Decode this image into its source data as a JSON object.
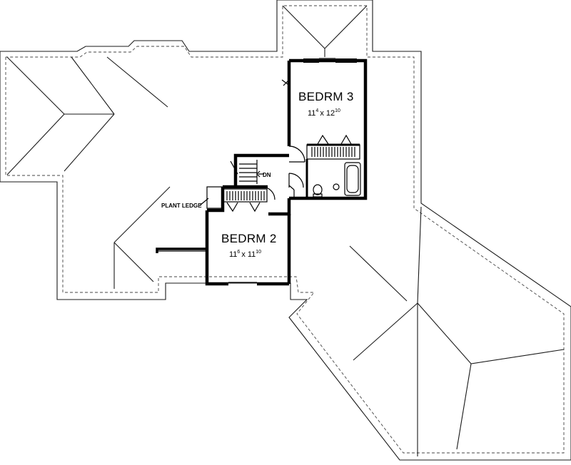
{
  "rooms": [
    {
      "name": "BEDRM 3",
      "dim_w": "11",
      "dim_w_in": "4",
      "dim_x": "x",
      "dim_l": "12",
      "dim_l_in": "10"
    },
    {
      "name": "BEDRM 2",
      "dim_w": "11",
      "dim_w_in": "6",
      "dim_x": "x",
      "dim_l": "11",
      "dim_l_in": "10"
    }
  ],
  "labels": {
    "stair": "DN",
    "plant_ledge": "PLANT LEDGE"
  }
}
